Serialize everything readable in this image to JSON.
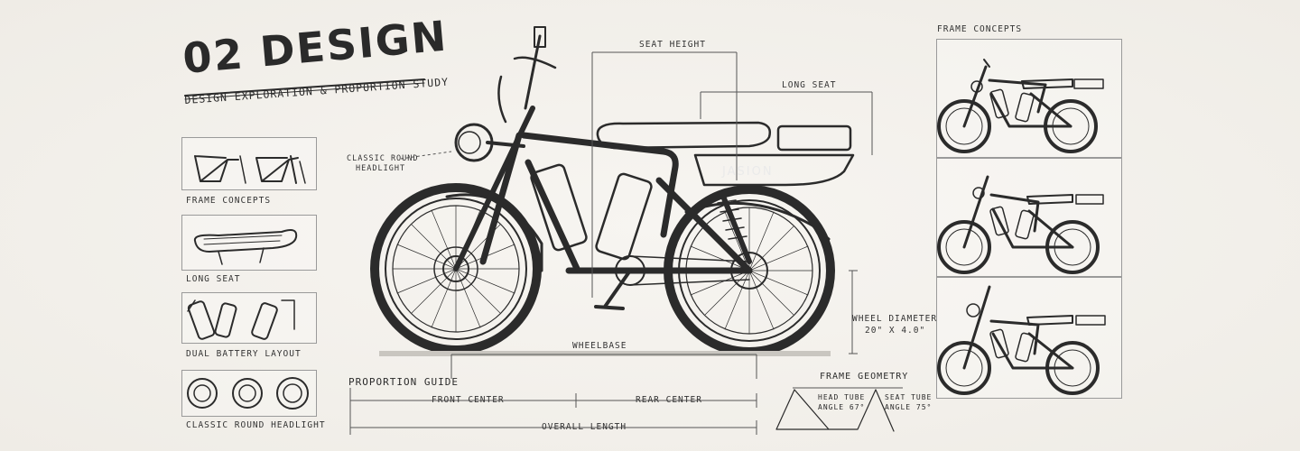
{
  "header": {
    "title": "02 DESIGN",
    "subtitle": "DESIGN EXPLORATION & PROPORTION STUDY"
  },
  "left_panel": {
    "items": [
      {
        "label": "FRAME CONCEPTS"
      },
      {
        "label": "LONG SEAT"
      },
      {
        "label": "DUAL BATTERY LAYOUT"
      },
      {
        "label": "CLASSIC ROUND HEADLIGHT"
      }
    ]
  },
  "bike": {
    "brand": "JASION",
    "dimensions": {
      "seat_height": "SEAT HEIGHT",
      "long_seat": "LONG SEAT",
      "headlight_line1": "CLASSIC ROUND",
      "headlight_line2": "HEADLIGHT",
      "wheel_diameter_label": "WHEEL DIAMETER",
      "wheel_diameter_value": "20\" X 4.0\"",
      "wheelbase": "WHEELBASE"
    }
  },
  "proportion_guide": {
    "title": "PROPORTION GUIDE",
    "front_center": "FRONT CENTER",
    "rear_center": "REAR CENTER",
    "overall_length": "OVERALL LENGTH"
  },
  "frame_geometry": {
    "title": "FRAME GEOMETRY",
    "head_tube_line1": "HEAD TUBE",
    "head_tube_line2": "ANGLE 67°",
    "seat_tube_line1": "SEAT TUBE",
    "seat_tube_line2": "ANGLE 75°"
  },
  "right_panel": {
    "title": "FRAME CONCEPTS"
  },
  "colors": {
    "background": "#f3f1ec",
    "ink": "#2b2b2b"
  }
}
